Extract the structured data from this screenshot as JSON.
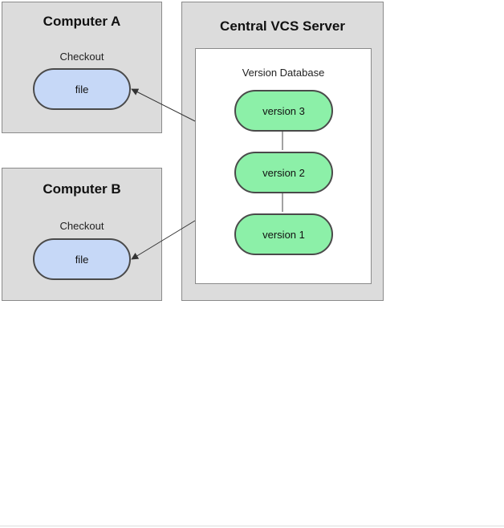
{
  "computer_a": {
    "title": "Computer A",
    "caption": "Checkout",
    "file_label": "file"
  },
  "computer_b": {
    "title": "Computer B",
    "caption": "Checkout",
    "file_label": "file"
  },
  "server": {
    "title": "Central VCS Server",
    "database": {
      "caption": "Version Database",
      "versions": [
        "version 3",
        "version 2",
        "version 1"
      ]
    }
  },
  "colors": {
    "box_fill": "#dcdcdc",
    "file_fill": "#c6d8f7",
    "version_fill": "#8cf0a8"
  }
}
